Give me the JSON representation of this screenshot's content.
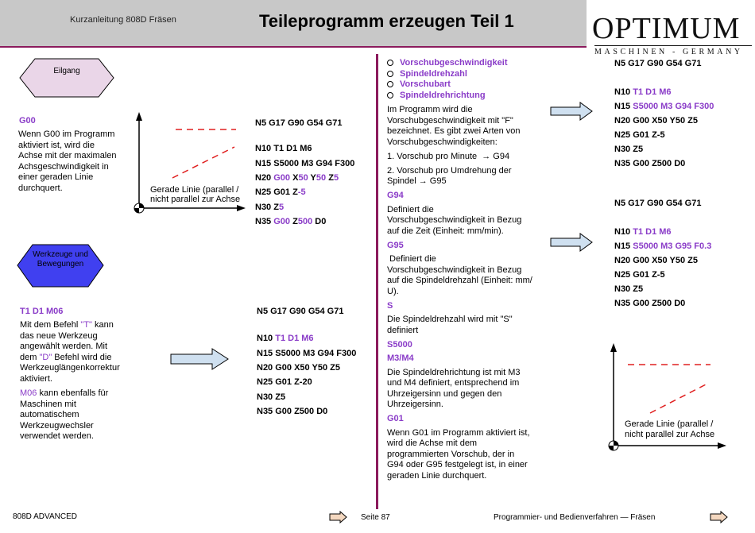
{
  "header": {
    "subtitle": "Kurzanleitung 808D Fräsen",
    "title": "Teileprogramm erzeugen Teil 1",
    "logo_word": "OPTIMUM",
    "logo_tagline": "MASCHINEN - GERMANY"
  },
  "left": {
    "eilgang_shape": "Eilgang",
    "g00_heading": "G00",
    "g00_text": [
      "Wenn G00 im Programm",
      "aktiviert ist, wird die",
      "Achse mit der maximalen",
      "Achsgeschwindigkeit in",
      "einer geraden Linie",
      "durchquert."
    ],
    "graph1_label": [
      "Gerade Linie (parallel /",
      "nicht parallel zur Achse"
    ],
    "program1": [
      [
        {
          "t": "N5 G17 G90 G54 G71",
          "p": false
        }
      ],
      [
        {
          "t": "N10 T1 D1 M6",
          "p": false
        }
      ],
      [
        {
          "t": "N15 S5000 M3 G94 F300",
          "p": false
        }
      ],
      [
        {
          "t": "N20 ",
          "p": false
        },
        {
          "t": "G00",
          "p": true
        },
        {
          "t": " X",
          "p": false
        },
        {
          "t": "50",
          "p": true
        },
        {
          "t": " Y",
          "p": false
        },
        {
          "t": "50",
          "p": true
        },
        {
          "t": " Z",
          "p": false
        },
        {
          "t": "5",
          "p": true
        }
      ],
      [
        {
          "t": "N25 G01 Z",
          "p": false
        },
        {
          "t": "-5",
          "p": true
        }
      ],
      [
        {
          "t": "N30 Z",
          "p": false
        },
        {
          "t": "5",
          "p": true
        }
      ],
      [
        {
          "t": "N35 ",
          "p": false
        },
        {
          "t": "G00",
          "p": true
        },
        {
          "t": " Z",
          "p": false
        },
        {
          "t": "500",
          "p": true
        },
        {
          "t": " D0",
          "p": false
        }
      ]
    ],
    "werkzeuge_shape": [
      "Werkzeuge und",
      "Bewegungen"
    ],
    "t1_heading": "T1 D1 M06",
    "t1_text": [
      [
        {
          "t": "Mit dem Befehl ",
          "p": false
        },
        {
          "t": "\"T\"",
          "p": true
        },
        {
          "t": " kann",
          "p": false
        }
      ],
      [
        {
          "t": "das neue Werkzeug",
          "p": false
        }
      ],
      [
        {
          "t": "angewählt werden. Mit",
          "p": false
        }
      ],
      [
        {
          "t": "dem ",
          "p": false
        },
        {
          "t": "\"D\"",
          "p": true
        },
        {
          "t": " Befehl wird die",
          "p": false
        }
      ],
      [
        {
          "t": "Werkzeuglängenkorrektur",
          "p": false
        }
      ],
      [
        {
          "t": "aktiviert.",
          "p": false
        }
      ]
    ],
    "m06_text": [
      [
        {
          "t": "M06",
          "p": true
        },
        {
          "t": " kann ebenfalls für",
          "p": false
        }
      ],
      [
        {
          "t": "Maschinen mit",
          "p": false
        }
      ],
      [
        {
          "t": "automatischem",
          "p": false
        }
      ],
      [
        {
          "t": "Werkzeugwechsler",
          "p": false
        }
      ],
      [
        {
          "t": "verwendet werden.",
          "p": false
        }
      ]
    ],
    "program2": [
      [
        {
          "t": "N5 G17 G90 G54 G71",
          "p": false
        }
      ],
      [
        {
          "t": "N10 ",
          "p": false
        },
        {
          "t": "T1 D1 M6",
          "p": true
        }
      ],
      [
        {
          "t": "N15 S5000 M3 G94 F300",
          "p": false
        }
      ],
      [
        {
          "t": "N20 G00 X50 Y50 Z5",
          "p": false
        }
      ],
      [
        {
          "t": "N25 G01 Z-20",
          "p": false
        }
      ],
      [
        {
          "t": "N30 Z5",
          "p": false
        }
      ],
      [
        {
          "t": "N35 G00 Z500 D0",
          "p": false
        }
      ]
    ]
  },
  "middle": {
    "bullets": [
      "Vorschubgeschwindigkeit",
      "Spindeldrehzahl",
      "Vorschubart",
      "Spindeldrehrichtung"
    ],
    "blocks": [
      {
        "type": "text",
        "lines": [
          "Im Programm wird die",
          "Vorschubgeschwindigkeit mit \"F\"",
          "bezeichnet. Es gibt zwei Arten von",
          "Vorschubgeschwindigkeiten:"
        ]
      },
      {
        "type": "text",
        "lines": [
          "1. Vorschub pro Minute  → G94"
        ]
      },
      {
        "type": "text",
        "lines": [
          "2. Vorschub pro Umdrehung der",
          "Spindel → G95"
        ]
      },
      {
        "type": "head",
        "lines": [
          "G94"
        ]
      },
      {
        "type": "text",
        "lines": [
          "Definiert die",
          "Vorschubgeschwindigkeit in Bezug",
          "auf die Zeit (Einheit: mm/min)."
        ]
      },
      {
        "type": "head",
        "lines": [
          "G95"
        ]
      },
      {
        "type": "text",
        "lines": [
          " Definiert die",
          "Vorschubgeschwindigkeit in Bezug",
          "auf die Spindeldrehzahl (Einheit: mm/",
          "U)."
        ]
      },
      {
        "type": "head",
        "lines": [
          "S"
        ]
      },
      {
        "type": "text",
        "lines": [
          "Die Spindeldrehzahl wird mit \"S\"",
          "definiert"
        ]
      },
      {
        "type": "head",
        "lines": [
          "S5000"
        ]
      },
      {
        "type": "head",
        "lines": [
          "M3/M4"
        ]
      },
      {
        "type": "text",
        "lines": [
          "Die Spindeldrehrichtung ist mit M3",
          "und M4 definiert, entsprechend im",
          "Uhrzeigersinn und gegen den",
          "Uhrzeigersinn."
        ]
      },
      {
        "type": "head",
        "lines": [
          "G01"
        ]
      },
      {
        "type": "text",
        "lines": [
          "Wenn G01 im Programm aktiviert ist,",
          "wird die Achse mit dem",
          "programmierten Vorschub, der in",
          "G94 oder G95 festgelegt ist, in einer",
          "geraden Linie durchquert."
        ]
      }
    ]
  },
  "right": {
    "program3": [
      [
        {
          "t": "N5 G17 G90 G54 G71",
          "p": false
        }
      ],
      [
        {
          "t": "N10 ",
          "p": false
        },
        {
          "t": "T1 D1 M6",
          "p": true
        }
      ],
      [
        {
          "t": "N15 ",
          "p": false
        },
        {
          "t": "S5000 M3 G94 F300",
          "p": true
        }
      ],
      [
        {
          "t": "N20 G00 X50 Y50 Z5",
          "p": false
        }
      ],
      [
        {
          "t": "N25 G01 Z-5",
          "p": false
        }
      ],
      [
        {
          "t": "N30 Z5",
          "p": false
        }
      ],
      [
        {
          "t": "N35 G00 Z500 D0",
          "p": false
        }
      ]
    ],
    "program4": [
      [
        {
          "t": "N5 G17 G90 G54 G71",
          "p": false
        }
      ],
      [
        {
          "t": "N10 ",
          "p": false
        },
        {
          "t": "T1 D1 M6",
          "p": true
        }
      ],
      [
        {
          "t": "N15 ",
          "p": false
        },
        {
          "t": "S5000 M3 G95 F0.3",
          "p": true
        }
      ],
      [
        {
          "t": "N20 G00 X50 Y50 Z5",
          "p": false
        }
      ],
      [
        {
          "t": "N25 G01 Z-5",
          "p": false
        }
      ],
      [
        {
          "t": "N30 Z5",
          "p": false
        }
      ],
      [
        {
          "t": "N35 G00 Z500 D0",
          "p": false
        }
      ]
    ],
    "graph2_label": [
      "Gerade Linie (parallel /",
      "nicht parallel zur Achse"
    ]
  },
  "footer": {
    "left": "808D ADVANCED",
    "page": "Seite 87",
    "right": "Programmier- und Bedienverfahren  — Fräsen"
  },
  "colors": {
    "accent": "#8a3cc8",
    "rule": "#8b1a5c",
    "eilgang_fill": "#ead6e8",
    "werkzeuge_fill": "#4040f0",
    "arrow_fill": "#cfe0f0",
    "dash_red": "#e02020"
  }
}
